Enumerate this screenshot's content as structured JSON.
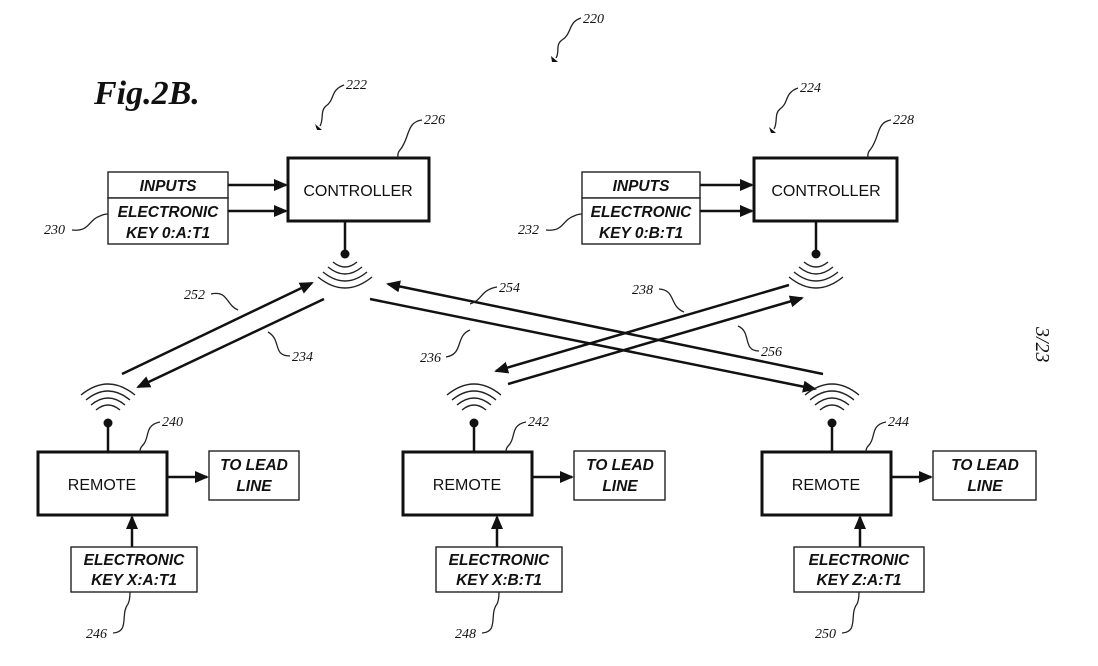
{
  "figure": {
    "title": "Fig.2B.",
    "page_number": "3/23",
    "ref_220": "220",
    "ref_222": "222",
    "ref_224": "224"
  },
  "controllers": [
    {
      "label": "CONTROLLER",
      "ref": "226",
      "inputs_label": "INPUTS",
      "key_line1": "ELECTRONIC",
      "key_line2": "KEY 0:A:T1",
      "key_ref": "230"
    },
    {
      "label": "CONTROLLER",
      "ref": "228",
      "inputs_label": "INPUTS",
      "key_line1": "ELECTRONIC",
      "key_line2": "KEY 0:B:T1",
      "key_ref": "232"
    }
  ],
  "remotes": [
    {
      "label": "REMOTE",
      "ref": "240",
      "lead_line1": "TO LEAD",
      "lead_line2": "LINE",
      "key_line1": "ELECTRONIC",
      "key_line2": "KEY X:A:T1",
      "key_ref": "246"
    },
    {
      "label": "REMOTE",
      "ref": "242",
      "lead_line1": "TO LEAD",
      "lead_line2": "LINE",
      "key_line1": "ELECTRONIC",
      "key_line2": "KEY X:B:T1",
      "key_ref": "248"
    },
    {
      "label": "REMOTE",
      "ref": "244",
      "lead_line1": "TO LEAD",
      "lead_line2": "LINE",
      "key_line1": "ELECTRONIC",
      "key_line2": "KEY Z:A:T1",
      "key_ref": "250"
    }
  ],
  "links": {
    "ref_252": "252",
    "ref_234": "234",
    "ref_254": "254",
    "ref_236": "236",
    "ref_238": "238",
    "ref_256": "256"
  }
}
